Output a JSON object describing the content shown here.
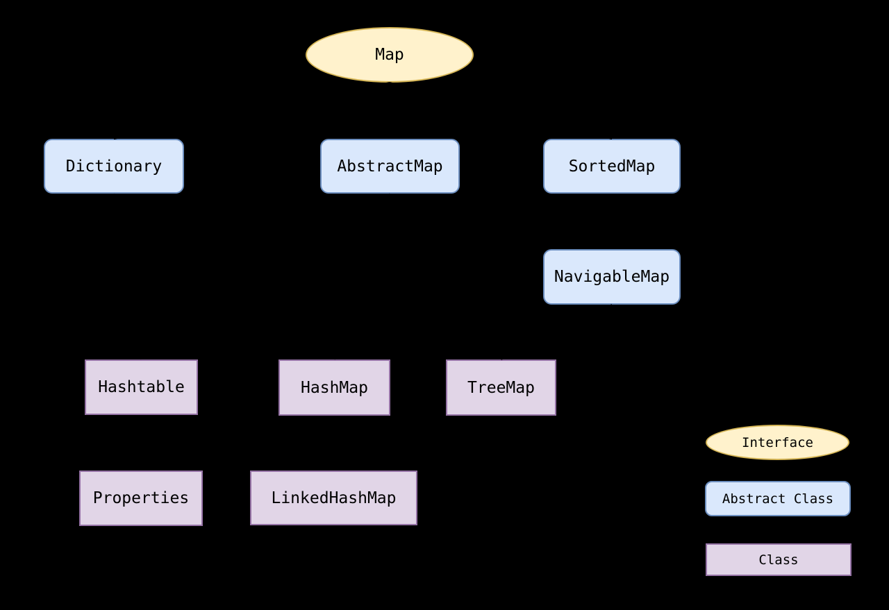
{
  "diagram": {
    "background": "#000000",
    "palette": {
      "interface_fill": "#FFF2CC",
      "interface_stroke": "#D6B656",
      "abstract_fill": "#DAE8FC",
      "abstract_stroke": "#6C8EBF",
      "class_fill": "#E1D5E7",
      "class_stroke": "#9673A6",
      "text": "#000000",
      "edge": "#000000"
    },
    "nodes": [
      {
        "id": "map",
        "label": "Map",
        "shape": "ellipse",
        "role": "interface"
      },
      {
        "id": "dictionary",
        "label": "Dictionary",
        "shape": "rounded",
        "role": "abstract-class"
      },
      {
        "id": "abstractmap",
        "label": "AbstractMap",
        "shape": "rounded",
        "role": "abstract-class"
      },
      {
        "id": "sortedmap",
        "label": "SortedMap",
        "shape": "rounded",
        "role": "abstract-class"
      },
      {
        "id": "navigablemap",
        "label": "NavigableMap",
        "shape": "rounded",
        "role": "abstract-class"
      },
      {
        "id": "hashtable",
        "label": "Hashtable",
        "shape": "rect",
        "role": "class"
      },
      {
        "id": "hashmap",
        "label": "HashMap",
        "shape": "rect",
        "role": "class"
      },
      {
        "id": "treemap",
        "label": "TreeMap",
        "shape": "rect",
        "role": "class"
      },
      {
        "id": "properties",
        "label": "Properties",
        "shape": "rect",
        "role": "class"
      },
      {
        "id": "linkedhashmap",
        "label": "LinkedHashMap",
        "shape": "rect",
        "role": "class"
      }
    ],
    "edges": [
      {
        "from": "map",
        "to": "dictionary"
      },
      {
        "from": "map",
        "to": "abstractmap"
      },
      {
        "from": "map",
        "to": "sortedmap"
      },
      {
        "from": "sortedmap",
        "to": "navigablemap"
      },
      {
        "from": "dictionary",
        "to": "hashtable"
      },
      {
        "from": "abstractmap",
        "to": "hashmap"
      },
      {
        "from": "navigablemap",
        "to": "treemap"
      },
      {
        "from": "hashtable",
        "to": "properties"
      },
      {
        "from": "hashmap",
        "to": "linkedhashmap"
      }
    ],
    "legend": {
      "items": [
        {
          "label": "Interface",
          "shape": "ellipse"
        },
        {
          "label": "Abstract Class",
          "shape": "rounded"
        },
        {
          "label": "Class",
          "shape": "rect"
        }
      ]
    }
  }
}
